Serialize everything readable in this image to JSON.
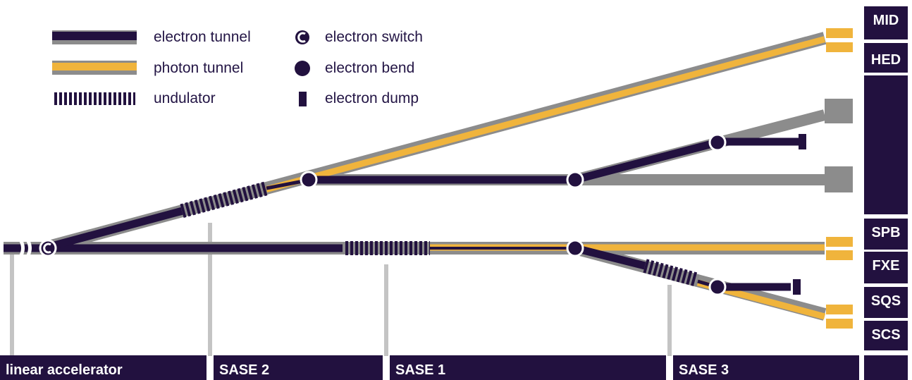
{
  "legend": {
    "electron_tunnel": "electron tunnel",
    "photon_tunnel": "photon tunnel",
    "undulator": "undulator",
    "electron_switch": "electron switch",
    "electron_bend": "electron bend",
    "electron_dump": "electron dump"
  },
  "instruments": [
    "MID",
    "HED",
    "SPB",
    "FXE",
    "SQS",
    "SCS"
  ],
  "sections": [
    "linear accelerator",
    "SASE 2",
    "SASE 1",
    "SASE 3"
  ],
  "colors": {
    "electron": "#22113f",
    "photon": "#f0b43c",
    "tunnel_gray": "#8c8c8c",
    "divider_gray": "#c4c4c4"
  },
  "icons": [
    "electron-switch-icon",
    "electron-bend-icon",
    "electron-dump-icon",
    "undulator-icon"
  ]
}
